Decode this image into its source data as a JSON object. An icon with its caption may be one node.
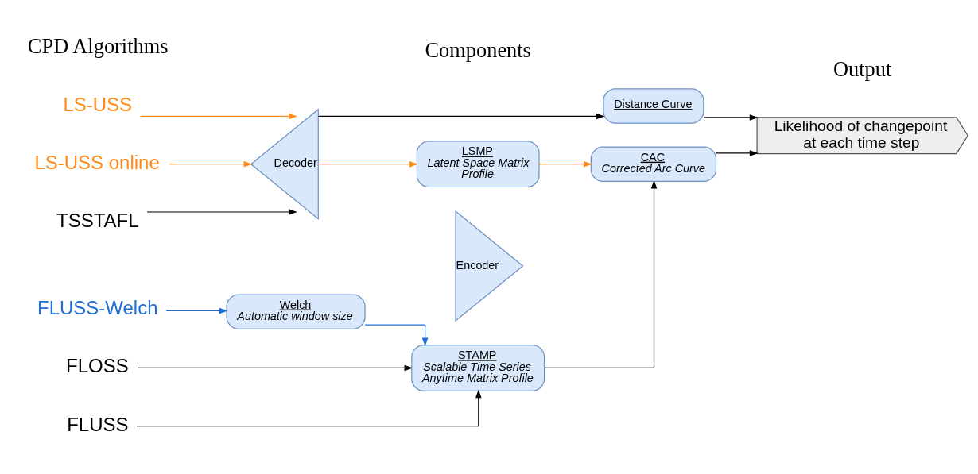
{
  "diagram": {
    "nodes": [
      {
        "text": [
          "FLUSS-Welch"
        ]
      },
      {
        "text": [
          "FLUSS"
        ]
      },
      {
        "text": [
          "FLOSS"
        ]
      },
      {
        "text": [
          "LS-USS"
        ]
      },
      {
        "text": [
          "LS-USS online"
        ]
      },
      {
        "text": [
          "TSSTAFL"
        ]
      },
      {
        "text": [
          "Welch",
          "Automatic window size"
        ]
      },
      {
        "text": [
          "STAMP",
          "Scalable Time Series Anytime Matrix Profile"
        ]
      },
      {
        "text": [
          "LSMP",
          "Latent Space Matrix Profile"
        ]
      },
      {
        "text": [
          "CAC",
          "Corrected Arc Curve"
        ]
      },
      {
        "text": [
          "Decoder"
        ]
      },
      {
        "text": [
          "Encoder"
        ]
      },
      {
        "text": [
          "Distance Curve"
        ]
      },
      {
        "text": [
          "Likelihood of changepoint at each time step"
        ]
      }
    ],
    "edges": [
      {
        "from": 0,
        "to": 6,
        "arrow": "to",
        "color": "#1f6fd6"
      },
      {
        "from": 6,
        "to": 7,
        "arrow": "to",
        "color": "#1f6fd6"
      },
      {
        "from": 1,
        "to": 7,
        "arrow": "to"
      },
      {
        "from": 2,
        "to": 7,
        "arrow": "to"
      },
      {
        "from": 3,
        "to": 10,
        "arrow": "to",
        "color": "#ff8c1a"
      },
      {
        "from": 4,
        "to": 10,
        "arrow": "to",
        "color": "#ff8c1a"
      },
      {
        "from": 5,
        "to": 10,
        "arrow": "to"
      },
      {
        "from": 10,
        "to": 8,
        "arrow": "to",
        "color": "#ff8c1a"
      },
      {
        "from": 10,
        "to": 12,
        "arrow": "to"
      },
      {
        "from": 7,
        "to": 9,
        "arrow": "to"
      },
      {
        "from": 8,
        "to": 9,
        "arrow": "to",
        "color": "#ff8c1a"
      },
      {
        "from": 9,
        "to": 13,
        "arrow": "to"
      },
      {
        "from": 12,
        "to": 13,
        "arrow": "to"
      }
    ],
    "labels": [
      "CPD Algorithms",
      "Components",
      "Output"
    ]
  }
}
